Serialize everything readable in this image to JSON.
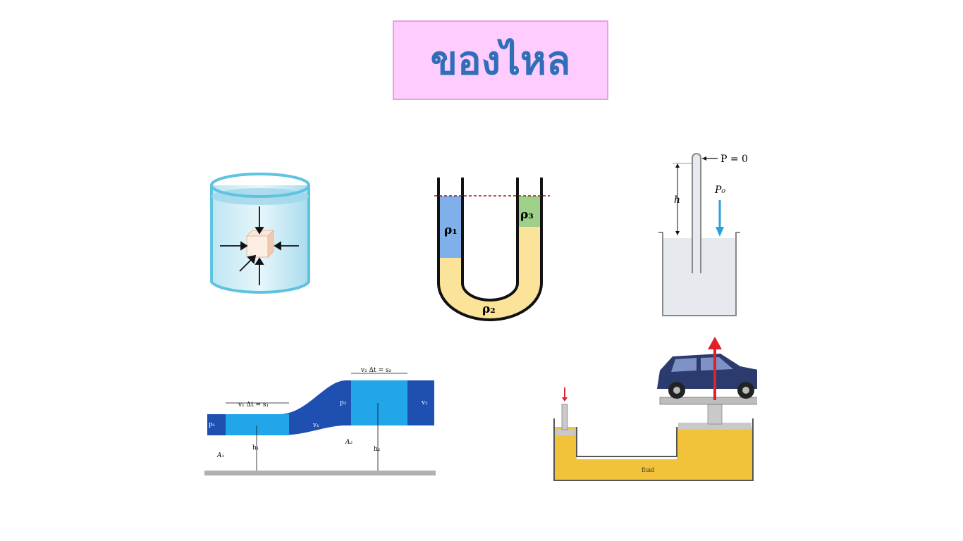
{
  "slide": {
    "title": "ของไหล"
  },
  "figures": {
    "u_tube": {
      "rho1_label": "ρ₁",
      "rho2_label": "ρ₂",
      "rho3_label": "ρ₃"
    },
    "barometer": {
      "p_zero_label": "P = 0",
      "p0_label": "P₀",
      "h_label": "h"
    },
    "bernoulli_pipe": {
      "s1_label": "v₁ Δt = s₁",
      "s2_label": "v₂ Δt = s₂",
      "p1_label": "p₁",
      "p2_label": "p₂",
      "v1_label": "v₁",
      "v2_label": "v₂",
      "a1_label": "A₁",
      "a2_label": "A₂",
      "h1_label": "h₁",
      "h2_label": "h₂"
    },
    "hydraulic_lift": {
      "fluid_label": "fluid"
    }
  },
  "colors": {
    "title_bg": "#ffccff",
    "title_text": "#2f6fb8",
    "rho1_fluid": "#7fb0ea",
    "rho2_fluid": "#fbe39a",
    "rho3_fluid": "#9fd08a",
    "pipe_dark": "#1f4fb0",
    "pipe_light": "#22a6ea",
    "hydraulic_fluid": "#f2c23a",
    "lift_arrow": "#e0202a"
  }
}
